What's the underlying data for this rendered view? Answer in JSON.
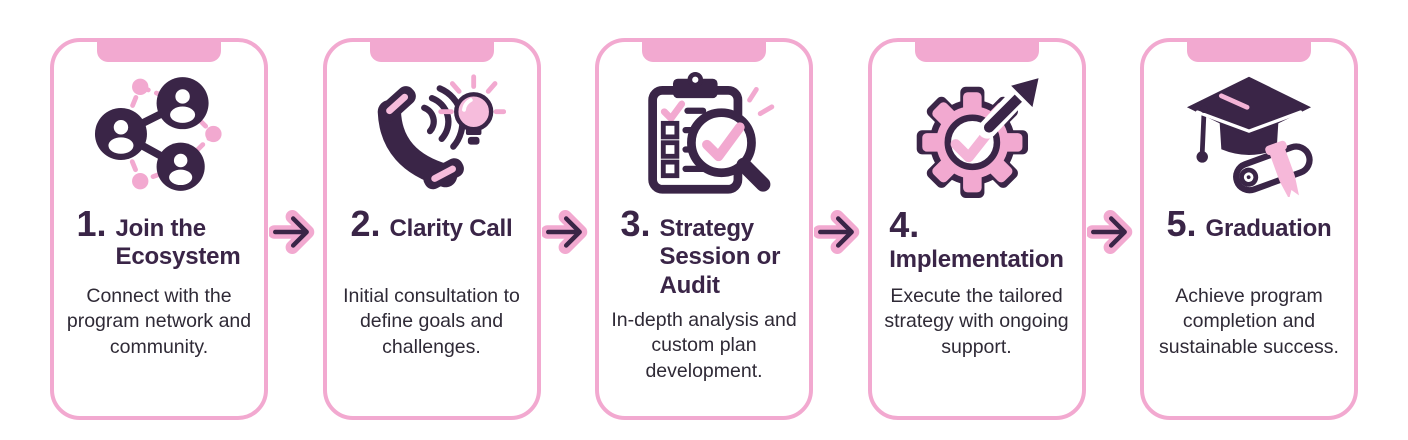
{
  "palette": {
    "pink": "#F2A9D0",
    "pink_soft": "#F6BCDC",
    "dark_purple": "#3A2547",
    "text": "#2F2A36",
    "background": "#FFFFFF"
  },
  "steps": [
    {
      "number": "1.",
      "title": "Join the Ecosystem",
      "description": "Connect with the program network and community.",
      "icon": "network-icon"
    },
    {
      "number": "2.",
      "title": "Clarity Call",
      "description": "Initial consultation to define goals and challenges.",
      "icon": "phone-lightbulb-icon"
    },
    {
      "number": "3.",
      "title": "Strategy Session or Audit",
      "description": "In-depth analysis and custom plan development.",
      "icon": "clipboard-magnifier-icon"
    },
    {
      "number": "4.",
      "title": "Implementation",
      "description": "Execute the tailored strategy with ongoing support.",
      "icon": "gear-checkmark-arrow-icon"
    },
    {
      "number": "5.",
      "title": "Graduation",
      "description": "Achieve program completion and sustainable success.",
      "icon": "graduation-cap-diploma-icon"
    }
  ],
  "connector": {
    "icon": "arrow-right-icon"
  }
}
